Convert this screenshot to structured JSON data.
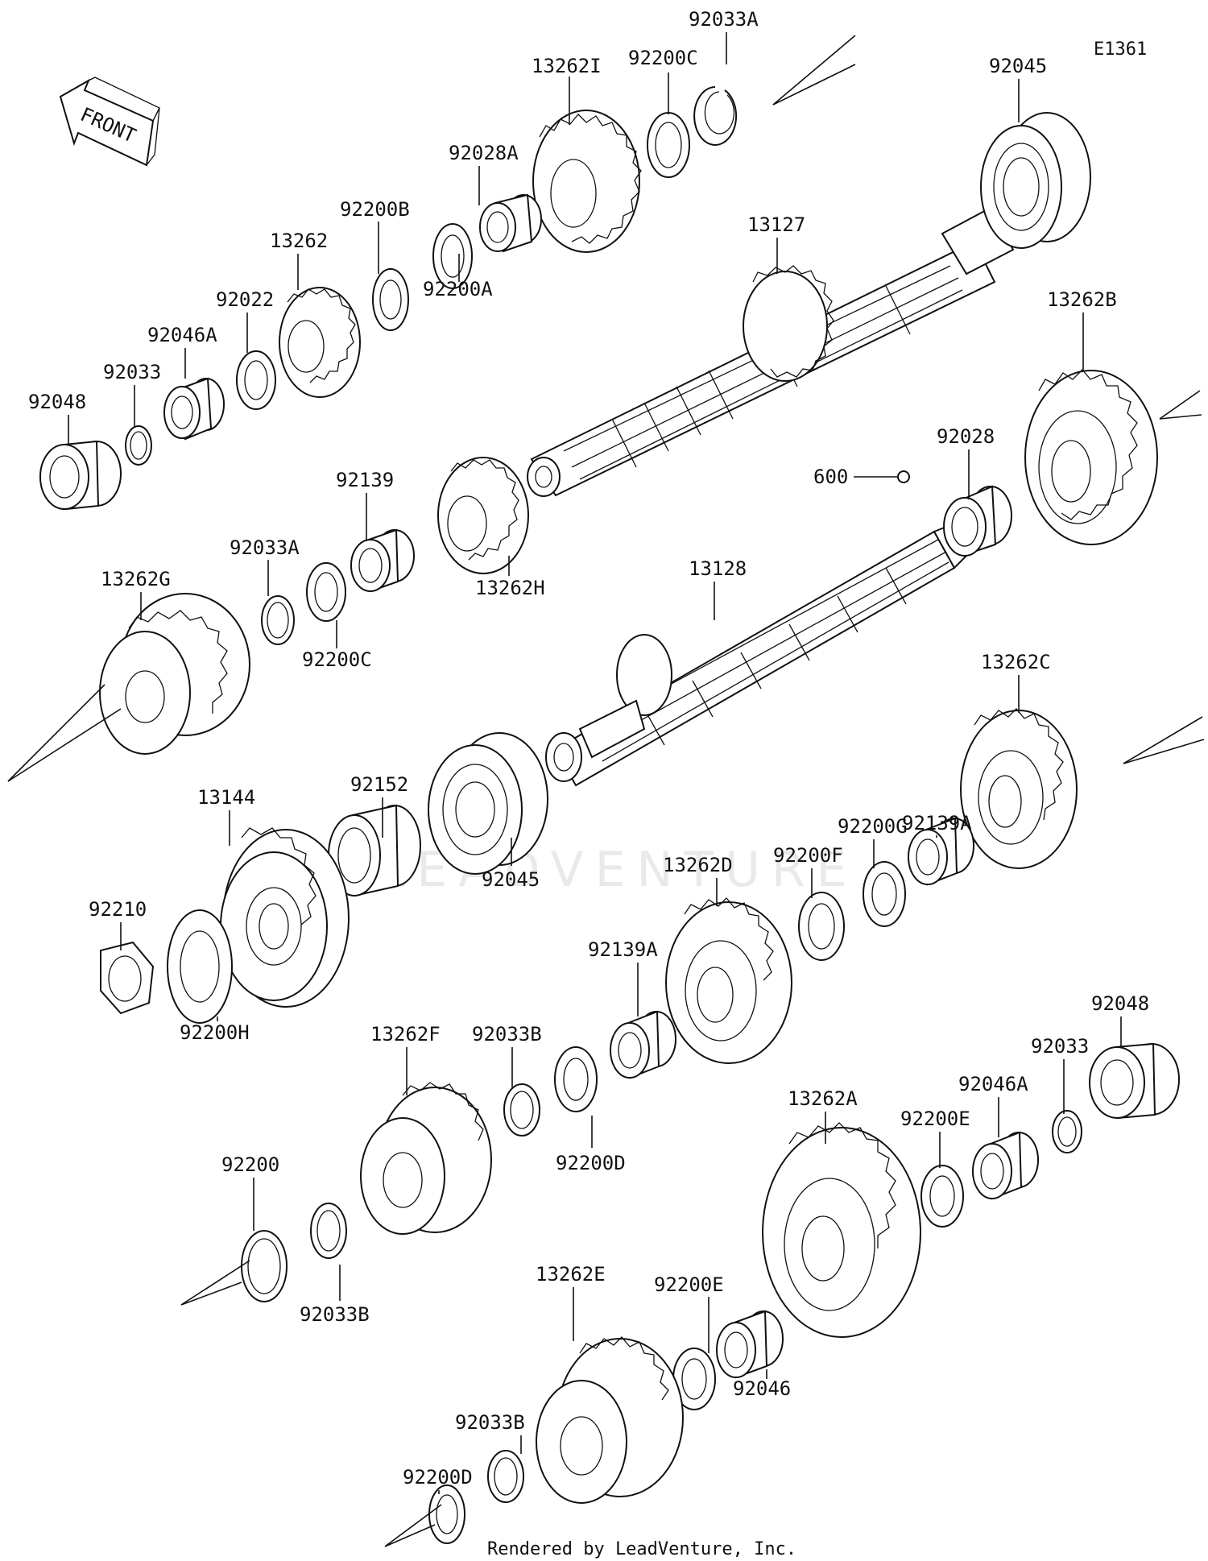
{
  "diagram": {
    "code": "E1361",
    "front_label": "FRONT",
    "watermark": "LEADVENTURE",
    "footer": "Rendered by LeadVenture, Inc."
  },
  "parts": [
    {
      "id": "13262I",
      "label": "13262I"
    },
    {
      "id": "92200C_top",
      "label": "92200C"
    },
    {
      "id": "92033A_top",
      "label": "92033A"
    },
    {
      "id": "92045_top",
      "label": "92045"
    },
    {
      "id": "92028A",
      "label": "92028A"
    },
    {
      "id": "92200B",
      "label": "92200B"
    },
    {
      "id": "13262",
      "label": "13262"
    },
    {
      "id": "92022",
      "label": "92022"
    },
    {
      "id": "92046A_left",
      "label": "92046A"
    },
    {
      "id": "92033_left",
      "label": "92033"
    },
    {
      "id": "92048_left",
      "label": "92048"
    },
    {
      "id": "92200A",
      "label": "92200A"
    },
    {
      "id": "13127",
      "label": "13127"
    },
    {
      "id": "13262B",
      "label": "13262B"
    },
    {
      "id": "92028",
      "label": "92028"
    },
    {
      "id": "600",
      "label": "600"
    },
    {
      "id": "92139",
      "label": "92139"
    },
    {
      "id": "92033A_mid",
      "label": "92033A"
    },
    {
      "id": "13262G",
      "label": "13262G"
    },
    {
      "id": "13262H",
      "label": "13262H"
    },
    {
      "id": "92200C_mid",
      "label": "92200C"
    },
    {
      "id": "13128",
      "label": "13128"
    },
    {
      "id": "13262C",
      "label": "13262C"
    },
    {
      "id": "92152",
      "label": "92152"
    },
    {
      "id": "13144",
      "label": "13144"
    },
    {
      "id": "92139A_right",
      "label": "92139A"
    },
    {
      "id": "92200G",
      "label": "92200G"
    },
    {
      "id": "92200F",
      "label": "92200F"
    },
    {
      "id": "13262D",
      "label": "13262D"
    },
    {
      "id": "92045_mid",
      "label": "92045"
    },
    {
      "id": "92210",
      "label": "92210"
    },
    {
      "id": "92139A_mid",
      "label": "92139A"
    },
    {
      "id": "92033B_mid",
      "label": "92033B"
    },
    {
      "id": "13262F",
      "label": "13262F"
    },
    {
      "id": "92200H",
      "label": "92200H"
    },
    {
      "id": "92048_right",
      "label": "92048"
    },
    {
      "id": "92033_right",
      "label": "92033"
    },
    {
      "id": "92046A_right",
      "label": "92046A"
    },
    {
      "id": "13262A",
      "label": "13262A"
    },
    {
      "id": "92200E_right",
      "label": "92200E"
    },
    {
      "id": "92200D_mid",
      "label": "92200D"
    },
    {
      "id": "92200",
      "label": "92200"
    },
    {
      "id": "92033B_low",
      "label": "92033B"
    },
    {
      "id": "13262E",
      "label": "13262E"
    },
    {
      "id": "92200E_low",
      "label": "92200E"
    },
    {
      "id": "92046",
      "label": "92046"
    },
    {
      "id": "92033B_bottom",
      "label": "92033B"
    },
    {
      "id": "92200D_bottom",
      "label": "92200D"
    }
  ]
}
